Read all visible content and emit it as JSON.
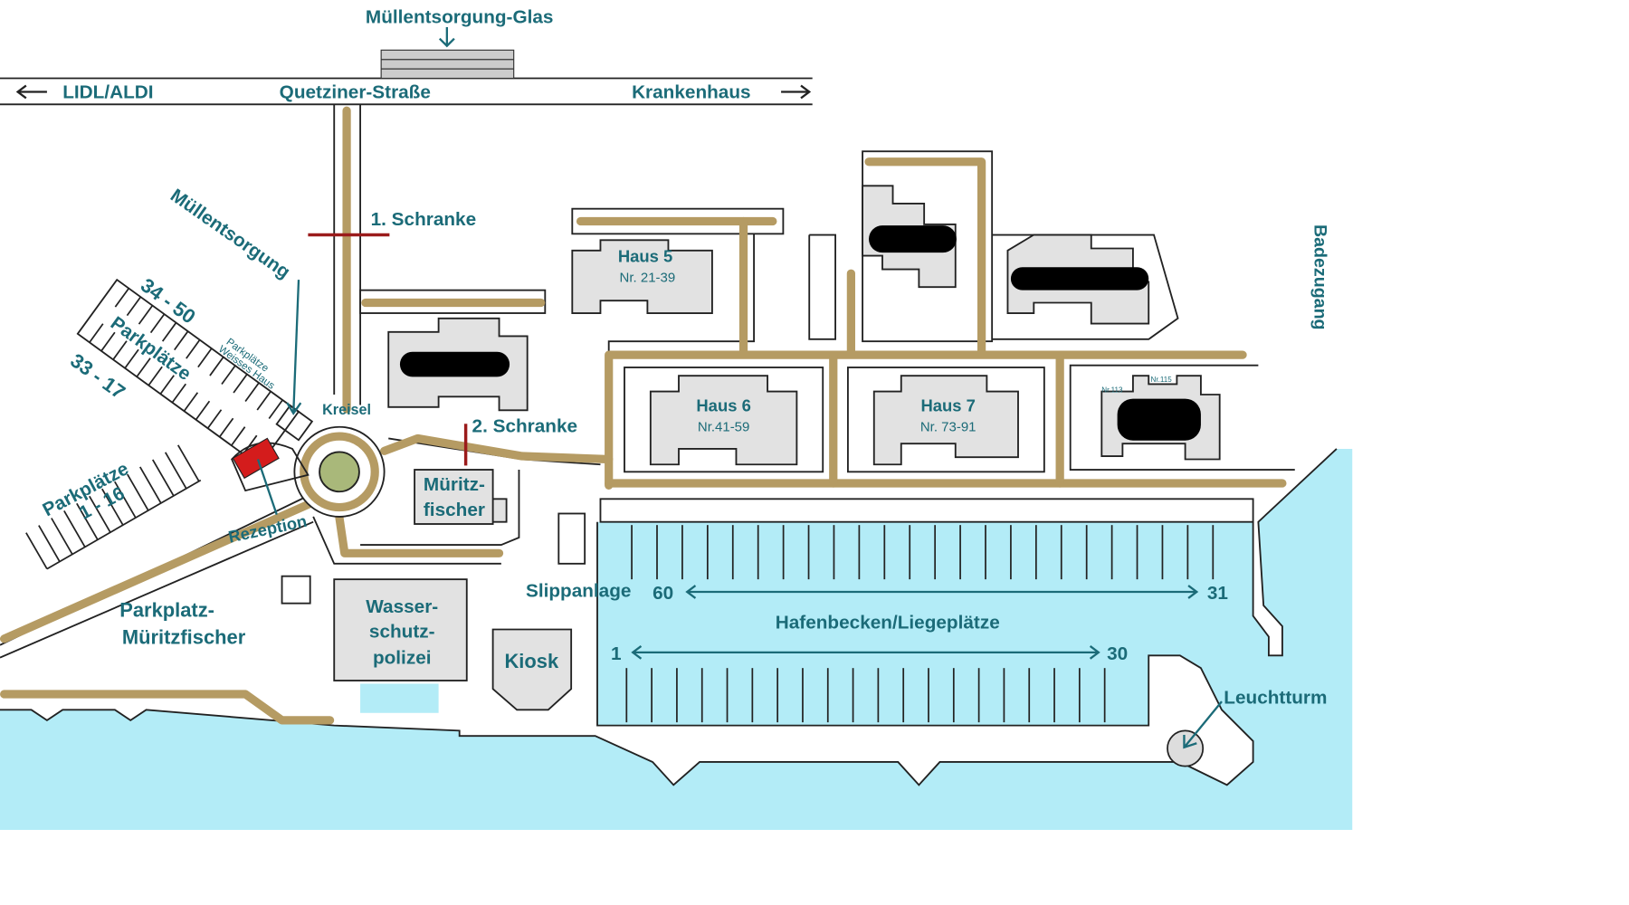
{
  "colors": {
    "water": "#b3ecf7",
    "road": "#b59b63",
    "building": "#e2e2e2",
    "label": "#1b6b78",
    "barrier": "#9b1b1b",
    "reception": "#d41c1c",
    "roundabout_center": "#a9b87a"
  },
  "top": {
    "glass_disposal": "Müllentsorgung-Glas",
    "left_direction": "LIDL/ALDI",
    "street": "Quetziner-Straße",
    "right_direction": "Krankenhaus"
  },
  "labels": {
    "barrier1": "1. Schranke",
    "barrier2": "2. Schranke",
    "waste": "Müllentsorgung",
    "roundabout": "Kreisel",
    "parking_upper_range": "34 - 50",
    "parking_lower_range": "33 - 17",
    "parking_lot": "Parkplätze",
    "parking_white_house_1": "Parkplätze",
    "parking_white_house_2": "Weisses Haus",
    "parking_1_16_a": "Parkplätze",
    "parking_1_16_b": "1 - 16",
    "reception": "Rezeption",
    "fisher_1": "Müritz-",
    "fisher_2": "fischer",
    "fisher_parking_1": "Parkplatz-",
    "fisher_parking_2": "Müritzfischer",
    "police_1": "Wasser-",
    "police_2": "schutz-",
    "police_3": "polizei",
    "kiosk": "Kiosk",
    "slipway": "Slippanlage",
    "haus5": "Haus 5",
    "haus5_nr": "Nr. 21-39",
    "haus6": "Haus 6",
    "haus6_nr": "Nr.41-59",
    "haus7": "Haus 7",
    "haus7_nr": "Nr. 73-91",
    "nr113": "Nr.113",
    "nr115": "Nr.115",
    "beach": "Badezugang",
    "harbor": "Hafenbecken/Liegeplätze",
    "berth_top_start": "60",
    "berth_top_end": "31",
    "berth_bottom_start": "1",
    "berth_bottom_end": "30",
    "lighthouse": "Leuchtturm"
  }
}
